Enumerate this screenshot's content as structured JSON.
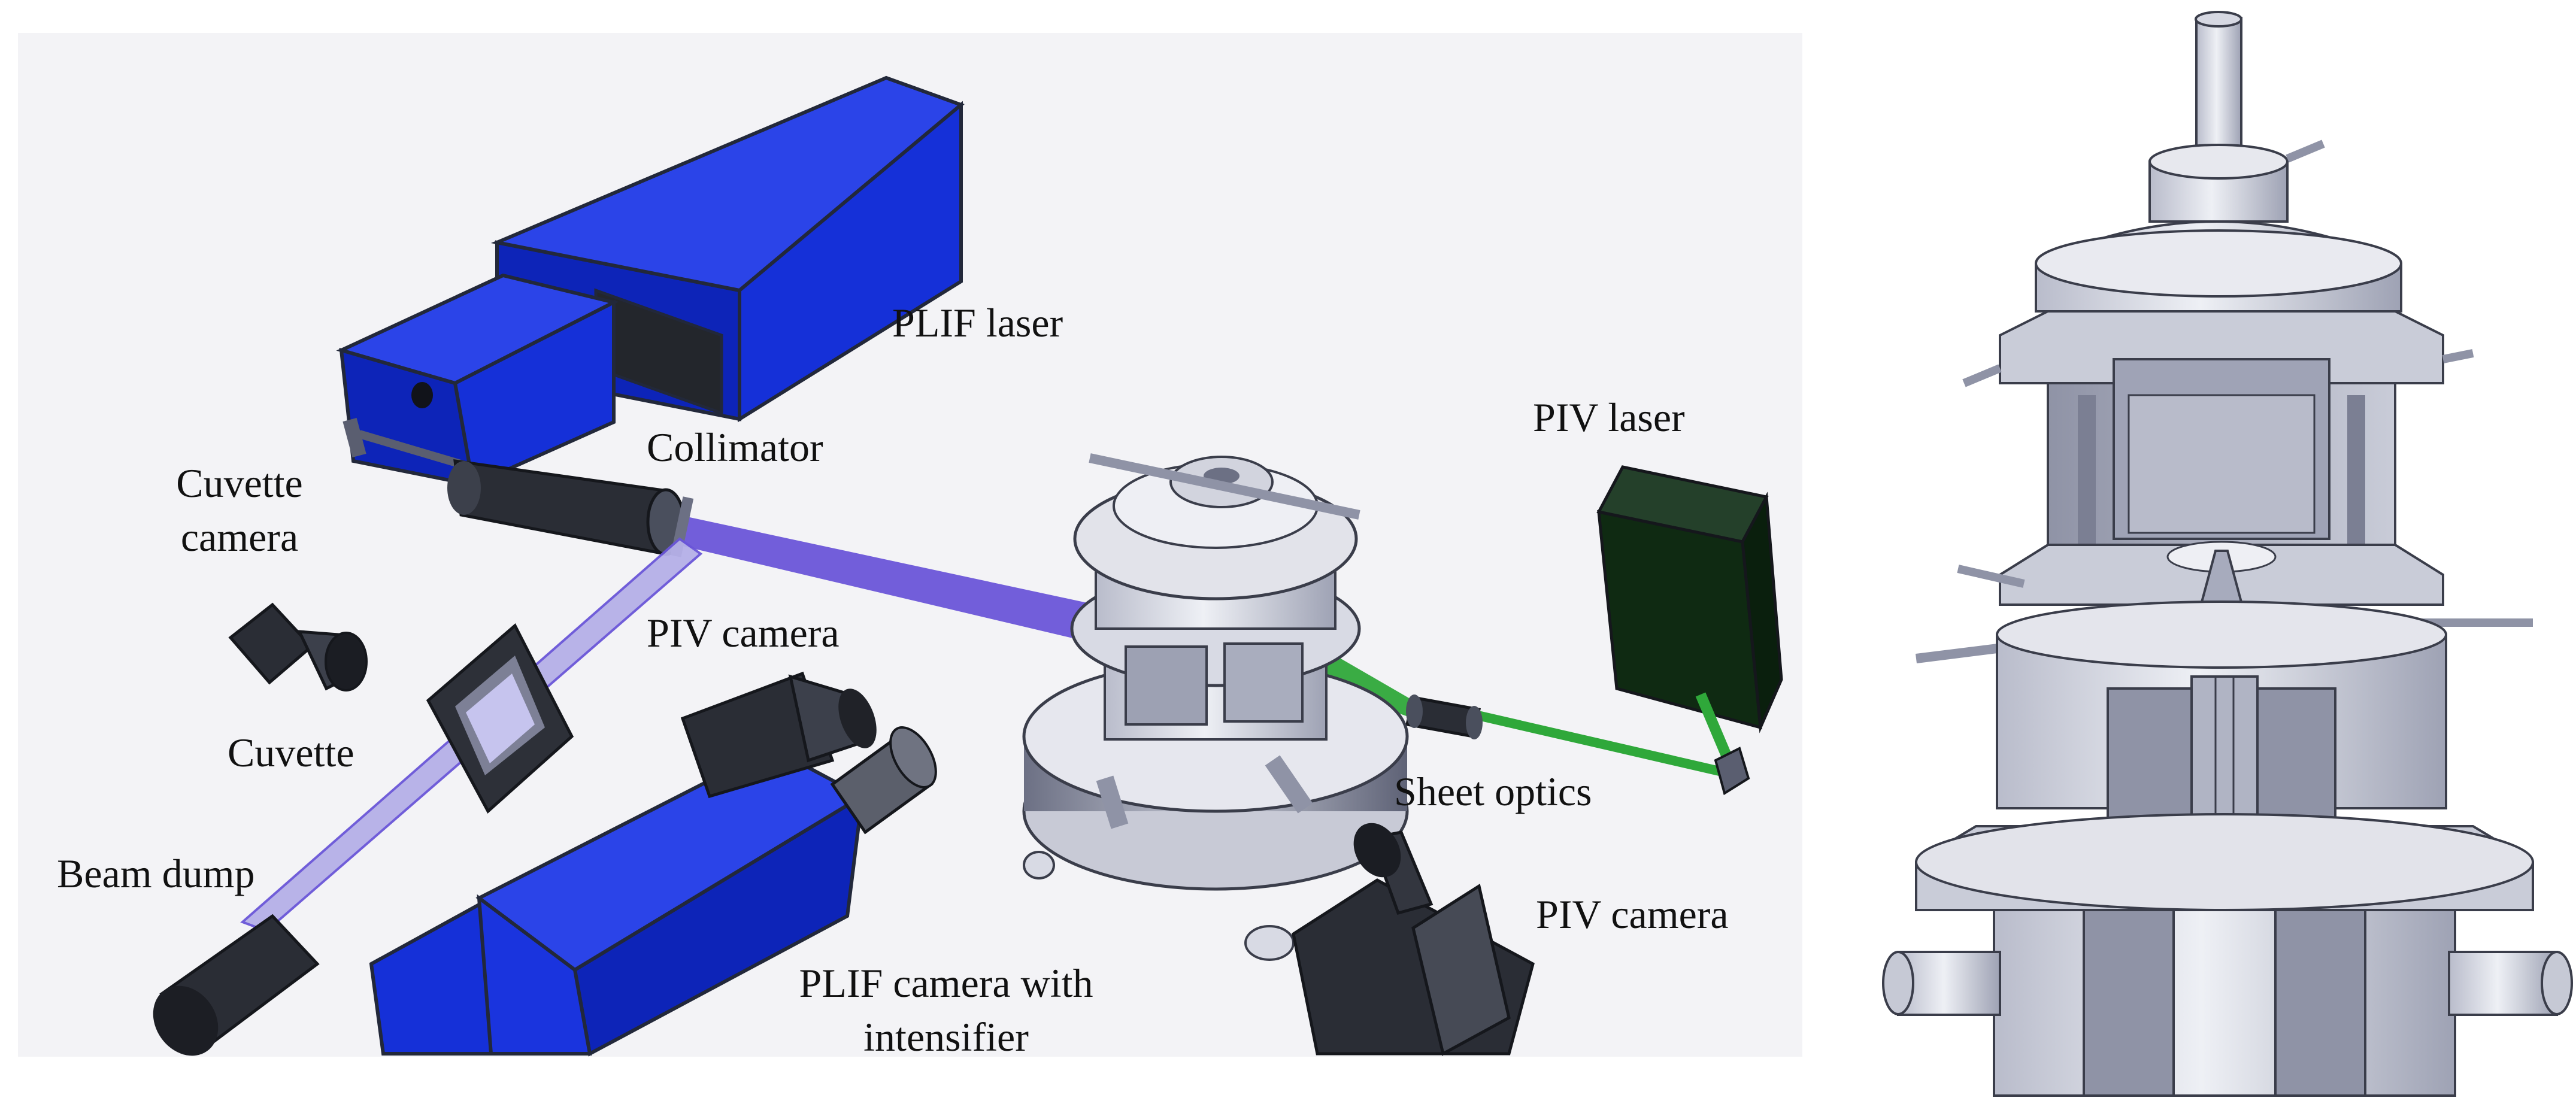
{
  "labels": {
    "plif_laser": "PLIF laser",
    "collimator": "Collimator",
    "cuvette_camera_line1": "Cuvette",
    "cuvette_camera_line2": "camera",
    "piv_laser": "PIV laser",
    "piv_camera_top": "PIV camera",
    "cuvette": "Cuvette",
    "sheet_optics": "Sheet optics",
    "beam_dump": "Beam dump",
    "piv_camera_bottom": "PIV camera",
    "plif_camera_line1": "PLIF camera with",
    "plif_camera_line2": "intensifier"
  },
  "colors": {
    "panel_background": "#f3f3f6",
    "laser_blue": "#1530d8",
    "plif_beam": "#6a55d8",
    "piv_beam": "#2fa83a",
    "piv_laser_body": "#0f2a12",
    "burner_metal": "#d9dbe3",
    "optics_dark": "#26282e"
  }
}
